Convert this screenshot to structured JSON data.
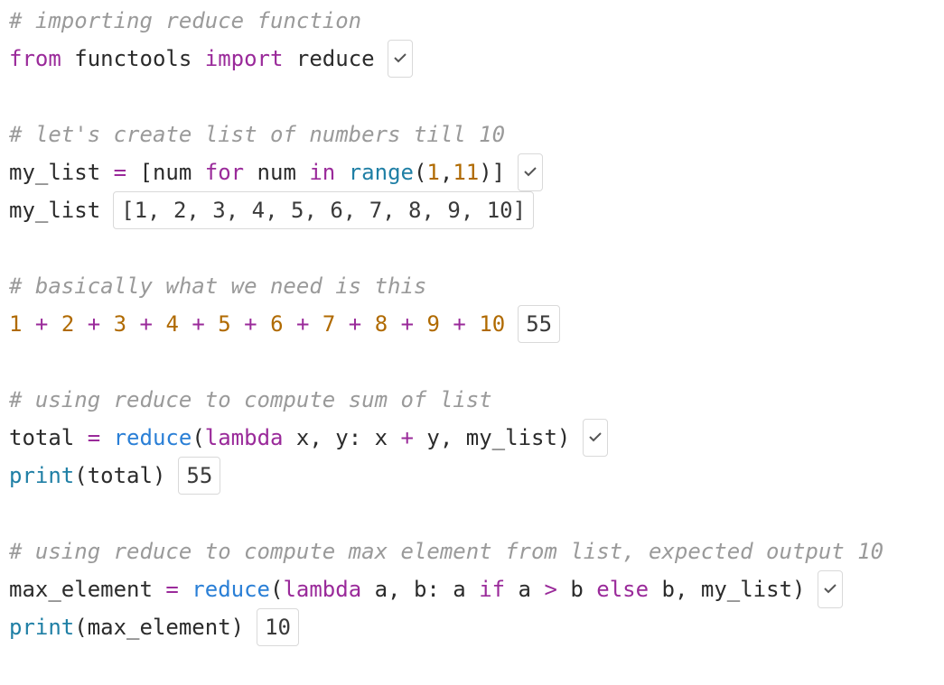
{
  "lines": {
    "l1": {
      "comment": "# importing reduce function"
    },
    "l2": {
      "t1": "from",
      "t2": " functools ",
      "t3": "import",
      "t4": " reduce"
    },
    "l3": {
      "comment": "# let's create list of numbers till 10"
    },
    "l4": {
      "t1": "my_list ",
      "t2": "=",
      "t3": " [num ",
      "t4": "for",
      "t5": " num ",
      "t6": "in",
      "t7": " ",
      "t8": "range",
      "t9": "(",
      "t10": "1",
      "t11": ",",
      "t12": "11",
      "t13": ")]"
    },
    "l5": {
      "t1": "my_list",
      "result": "[1, 2, 3, 4, 5, 6, 7, 8, 9, 10]"
    },
    "l6": {
      "comment": "# basically what we need is this"
    },
    "l7": {
      "expr": [
        "1",
        "2",
        "3",
        "4",
        "5",
        "6",
        "7",
        "8",
        "9",
        "10"
      ],
      "plus": "+",
      "result": "55"
    },
    "l8": {
      "comment": "# using reduce to compute sum of list"
    },
    "l9": {
      "t1": "total ",
      "t2": "=",
      "t3": " ",
      "t4": "reduce",
      "t5": "(",
      "t6": "lambda",
      "t7": " x, y: x ",
      "t8": "+",
      "t9": " y, my_list)"
    },
    "l10": {
      "t1": "print",
      "t2": "(total)",
      "result": "55"
    },
    "l11": {
      "comment": "# using reduce to compute max element from list, expected output 10"
    },
    "l12": {
      "t1": "max_element ",
      "t2": "=",
      "t3": " ",
      "t4": "reduce",
      "t5": "(",
      "t6": "lambda",
      "t7": " a, b: a ",
      "t8": "if",
      "t9": " a ",
      "t10": ">",
      "t11": " b ",
      "t12": "else",
      "t13": " b, my_list)"
    },
    "l13": {
      "t1": "print",
      "t2": "(max_element)",
      "result": "10"
    }
  },
  "icons": {
    "check": "check-icon"
  },
  "colors": {
    "keyword": "#9a2a9a",
    "function": "#2a7fd6",
    "builtin": "#1f7fa5",
    "number": "#b06a00",
    "comment": "#9a9a9a"
  }
}
